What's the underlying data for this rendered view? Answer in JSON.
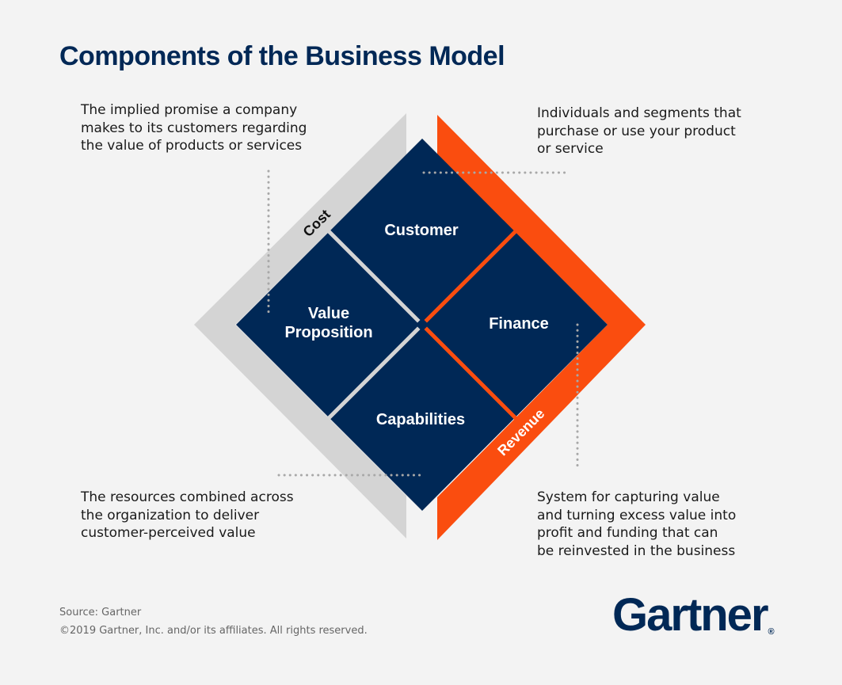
{
  "title": "Components of the Business Model",
  "descriptions": {
    "value_proposition": "The implied promise a company\nmakes to its customers regarding\nthe value of products or services",
    "customer": "Individuals and segments that\npurchase or use your product\nor service",
    "capabilities": "The resources combined across\nthe organization to deliver\ncustomer-perceived value",
    "finance": "System for capturing value\nand turning excess value into\nprofit and funding that can\nbe reinvested in the business"
  },
  "quadrants": {
    "customer": "Customer",
    "value_proposition_line1": "Value",
    "value_proposition_line2": "Proposition",
    "finance": "Finance",
    "capabilities": "Capabilities"
  },
  "bands": {
    "cost": "Cost",
    "revenue": "Revenue"
  },
  "footer": {
    "source": "Source: Gartner",
    "copyright": "©2019 Gartner, Inc. and/or its affiliates. All rights reserved."
  },
  "logo": {
    "text": "Gartner",
    "mark": "®"
  },
  "colors": {
    "navy": "#002856",
    "orange": "#fa4d0f",
    "gray": "#d4d4d4",
    "background": "#f3f3f3",
    "dots": "#a8a8a8"
  }
}
